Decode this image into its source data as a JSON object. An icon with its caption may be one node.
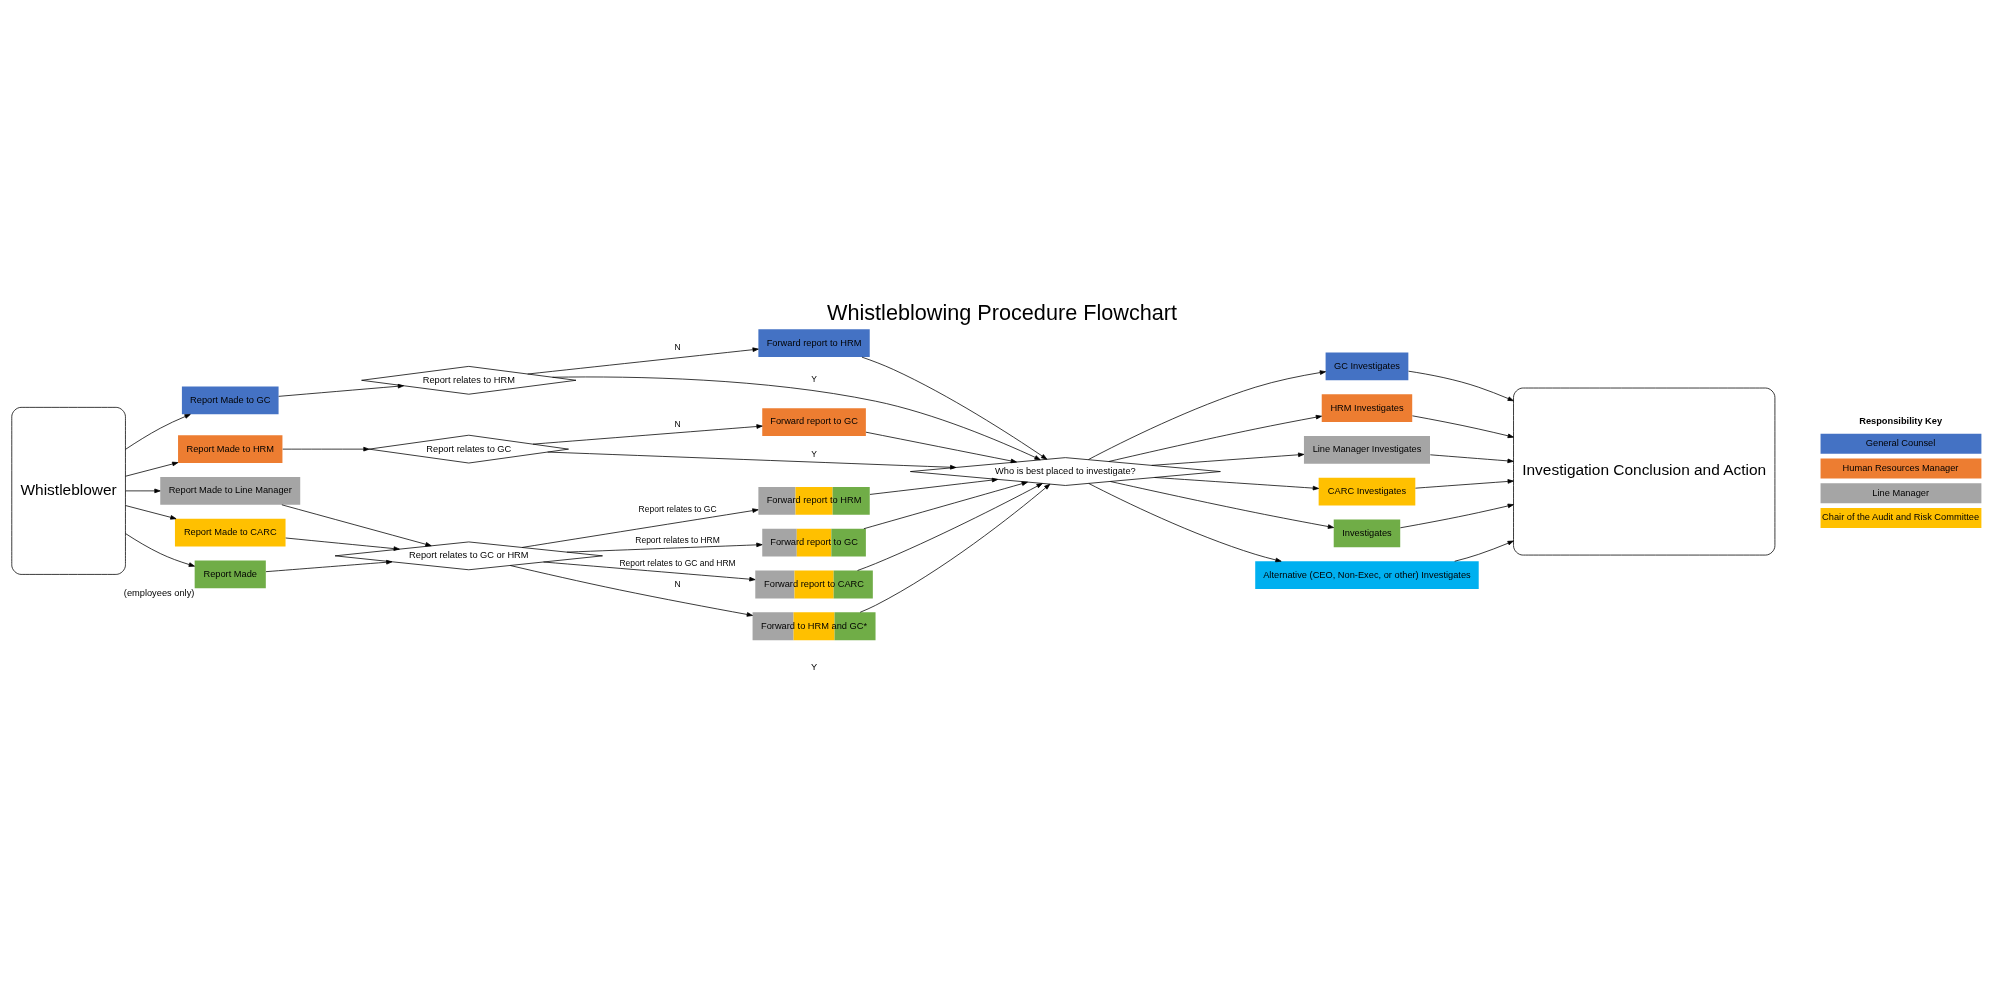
{
  "diagram": {
    "title": "Whistleblowing Procedure Flowchart",
    "nodes": [
      {
        "text": [
          "Whistleblower"
        ]
      },
      {
        "text": [
          "Report Made to GC"
        ]
      },
      {
        "text": [
          "Report relates to HRM"
        ]
      },
      {
        "text": [
          "Forward report to HRM"
        ]
      },
      {
        "text": [
          "Report Made to HRM"
        ]
      },
      {
        "text": [
          "Report relates to GC"
        ]
      },
      {
        "text": [
          "Forward report to GC"
        ]
      },
      {
        "text": [
          "Report Made to Line Manager"
        ]
      },
      {
        "text": [
          "Report Made to CARC"
        ]
      },
      {
        "text": [
          "Report Made"
        ],
        "beside": [
          "(employees only)"
        ]
      },
      {
        "text": [
          "Report relates to GC or HRM"
        ]
      },
      {
        "text": [
          "Forward report to HRM"
        ]
      },
      {
        "text": [
          "Forward report to GC"
        ]
      },
      {
        "text": [
          "Forward report to CARC"
        ]
      },
      {
        "text": [
          "Forward to HRM and GC*"
        ]
      },
      {
        "text": [
          "Who is best placed to investigate?"
        ]
      },
      {
        "text": [
          "GC Investigates"
        ]
      },
      {
        "text": [
          "HRM Investigates"
        ]
      },
      {
        "text": [
          "Line Manager Investigates"
        ]
      },
      {
        "text": [
          "CARC Investigates"
        ]
      },
      {
        "text": [
          "Investigates"
        ]
      },
      {
        "text": [
          "Alternative (CEO, Non-Exec, or other) Investigates"
        ]
      },
      {
        "text": [
          "Investigation Conclusion and Action"
        ]
      }
    ],
    "edges": [
      {
        "from": 0,
        "to": 1,
        "arrow": "to"
      },
      {
        "from": 0,
        "to": 4,
        "arrow": "to"
      },
      {
        "from": 0,
        "to": 7,
        "arrow": "to"
      },
      {
        "from": 0,
        "to": 8,
        "arrow": "to"
      },
      {
        "from": 0,
        "to": 9,
        "arrow": "to"
      },
      {
        "from": 1,
        "to": 2,
        "arrow": "to"
      },
      {
        "from": 2,
        "to": 15,
        "arrow": "to",
        "label": "Y"
      },
      {
        "from": 2,
        "to": 3,
        "arrow": "to",
        "label": "N"
      },
      {
        "from": 3,
        "to": 15,
        "arrow": "to"
      },
      {
        "from": 4,
        "to": 5,
        "arrow": "to"
      },
      {
        "from": 5,
        "to": 15,
        "arrow": "to",
        "label": "Y"
      },
      {
        "from": 5,
        "to": 6,
        "arrow": "to",
        "label": "N"
      },
      {
        "from": 6,
        "to": 15,
        "arrow": "to"
      },
      {
        "from": 7,
        "to": 10,
        "arrow": "to"
      },
      {
        "from": 8,
        "to": 10,
        "arrow": "to"
      },
      {
        "from": 9,
        "to": 10,
        "arrow": "to"
      },
      {
        "from": 10,
        "to": 11,
        "arrow": "to",
        "label": "Report relates to GC"
      },
      {
        "from": 10,
        "to": 12,
        "arrow": "to",
        "label": "Report relates to HRM"
      },
      {
        "from": 10,
        "to": 13,
        "arrow": "to",
        "label": "Report relates to GC and HRM"
      },
      {
        "from": 10,
        "to": 14,
        "arrow": "to",
        "label": "N"
      },
      {
        "from": 11,
        "to": 15,
        "arrow": "to"
      },
      {
        "from": 12,
        "to": 15,
        "arrow": "to"
      },
      {
        "from": 13,
        "to": 15,
        "arrow": "to"
      },
      {
        "from": 14,
        "to": 15,
        "arrow": "to"
      },
      {
        "from": 15,
        "to": 16,
        "arrow": "to"
      },
      {
        "from": 15,
        "to": 17,
        "arrow": "to"
      },
      {
        "from": 15,
        "to": 18,
        "arrow": "to"
      },
      {
        "from": 15,
        "to": 19,
        "arrow": "to"
      },
      {
        "from": 15,
        "to": 20,
        "arrow": "to"
      },
      {
        "from": 15,
        "to": 21,
        "arrow": "to"
      },
      {
        "from": 16,
        "to": 22,
        "arrow": "to"
      },
      {
        "from": 17,
        "to": 22,
        "arrow": "to"
      },
      {
        "from": 18,
        "to": 22,
        "arrow": "to"
      },
      {
        "from": 19,
        "to": 22,
        "arrow": "to"
      },
      {
        "from": 20,
        "to": 22,
        "arrow": "to"
      },
      {
        "from": 21,
        "to": 22,
        "arrow": "to"
      }
    ],
    "labels": [
      "Responsibility Key",
      "Y"
    ],
    "legend": [
      {
        "text": "General Counsel",
        "color": "#4472c4"
      },
      {
        "text": "Human Resources Manager",
        "color": "#ed7d31"
      },
      {
        "text": "Line Manager",
        "color": "#a5a5a5"
      },
      {
        "text": "Chair of the Audit and Risk Committee",
        "color": "#ffc000"
      }
    ]
  }
}
